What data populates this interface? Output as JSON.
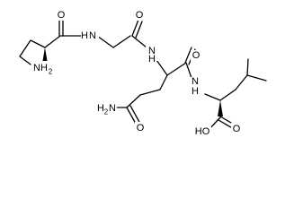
{
  "molecule": {
    "atoms": {
      "o_val": "O",
      "nh_val_amide": "N",
      "h_val_amide": "H",
      "nh2_val": "NH",
      "nh2_val_sub": "2",
      "o_gly": "O",
      "nh_gly_amide": "N",
      "h_gly_amide": "H",
      "o_gln_carbonyl": "O",
      "nh_gln_amide": "N",
      "h_gln_amide": "H",
      "nh2_side_n": "H",
      "nh2_side_n2": "N",
      "nh2_side_sub": "2",
      "o_side": "O",
      "o_leu_acid": "O",
      "ho_leu": "HO"
    }
  }
}
